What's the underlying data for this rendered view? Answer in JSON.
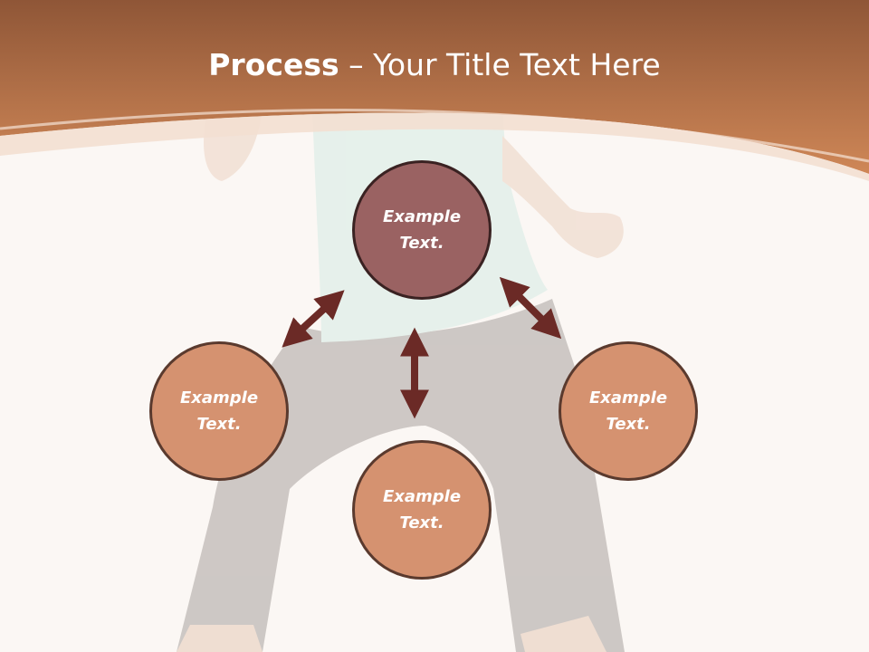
{
  "title": {
    "bold": "Process",
    "rest": " – Your Title Text Here"
  },
  "nodes": {
    "top": "Example Text.",
    "left": "Example Text.",
    "bottom": "Example Text.",
    "right": "Example Text."
  },
  "colors": {
    "header": "#c67b50",
    "top_circle": "#9a6262",
    "side_circle": "#d59270",
    "arrow": "#6b2a26"
  }
}
